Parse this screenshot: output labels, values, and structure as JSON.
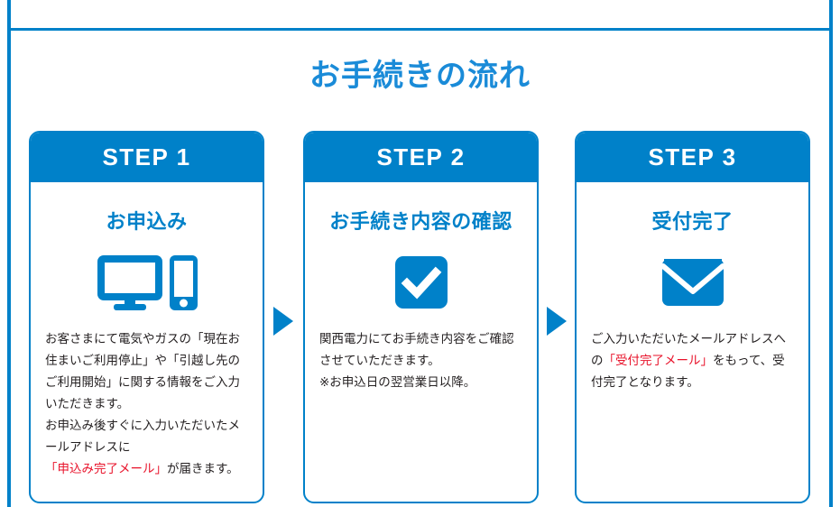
{
  "theme": {
    "brand_blue": "#0081c9",
    "title_blue": "#1a8bd8",
    "highlight_red": "#e8122a",
    "body_text": "#231f20",
    "background": "#ffffff"
  },
  "section": {
    "title": "お手続きの流れ"
  },
  "steps": [
    {
      "header": "STEP 1",
      "subtitle": "お申込み",
      "icon": "monitor-and-smartphone-icon",
      "body_segments": [
        {
          "text": "お客さまにて電気やガスの「現在お住まいご利用停止」や「引越し先のご利用開始」に関する情報をご入力いただきます。",
          "highlight": false
        },
        {
          "text": "\n",
          "highlight": false
        },
        {
          "text": "お申込み後すぐに入力いただいたメールアドレスに",
          "highlight": false
        },
        {
          "text": "「申込み完了メール」",
          "highlight": true
        },
        {
          "text": "が届きます。",
          "highlight": false
        }
      ]
    },
    {
      "header": "STEP 2",
      "subtitle": "お手続き内容の確認",
      "icon": "checkmark-icon",
      "body_segments": [
        {
          "text": "関西電力にてお手続き内容をご確認させていただきます。",
          "highlight": false
        },
        {
          "text": "\n",
          "highlight": false
        },
        {
          "text": "※お申込日の翌営業日以降。",
          "highlight": false
        }
      ]
    },
    {
      "header": "STEP 3",
      "subtitle": "受付完了",
      "icon": "envelope-icon",
      "body_segments": [
        {
          "text": "ご入力いただいたメールアドレスへの",
          "highlight": false
        },
        {
          "text": "「受付完了メール」",
          "highlight": true
        },
        {
          "text": "をもって、受付完了となります。",
          "highlight": false
        }
      ]
    }
  ],
  "arrows": [
    {
      "name": "arrow-step1-to-step2",
      "glyph": "triangle-right-icon"
    },
    {
      "name": "arrow-step2-to-step3",
      "glyph": "triangle-right-icon"
    }
  ]
}
